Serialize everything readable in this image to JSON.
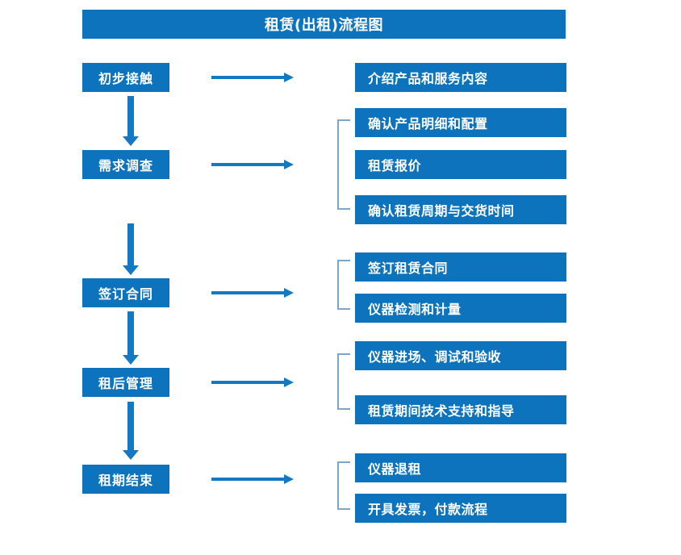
{
  "title": "租赁(出租)流程图",
  "colors": {
    "box_fill": "#0d73bd",
    "arrow": "#1379c2",
    "bracket": "#7aa6cc",
    "box_text": "#ffffff",
    "background": "#ffffff"
  },
  "stages": [
    {
      "label": "初步接触"
    },
    {
      "label": "需求调查"
    },
    {
      "label": "签订合同"
    },
    {
      "label": "租后管理"
    },
    {
      "label": "租期结束"
    }
  ],
  "details": [
    {
      "label": "介绍产品和服务内容"
    },
    {
      "label": "确认产品明细和配置"
    },
    {
      "label": "租赁报价"
    },
    {
      "label": "确认租赁周期与交货时间"
    },
    {
      "label": "签订租赁合同"
    },
    {
      "label": "仪器检测和计量"
    },
    {
      "label": "仪器进场、调试和验收"
    },
    {
      "label": "租赁期间技术支持和指导"
    },
    {
      "label": "仪器退租"
    },
    {
      "label": "开具发票，付款流程"
    }
  ]
}
